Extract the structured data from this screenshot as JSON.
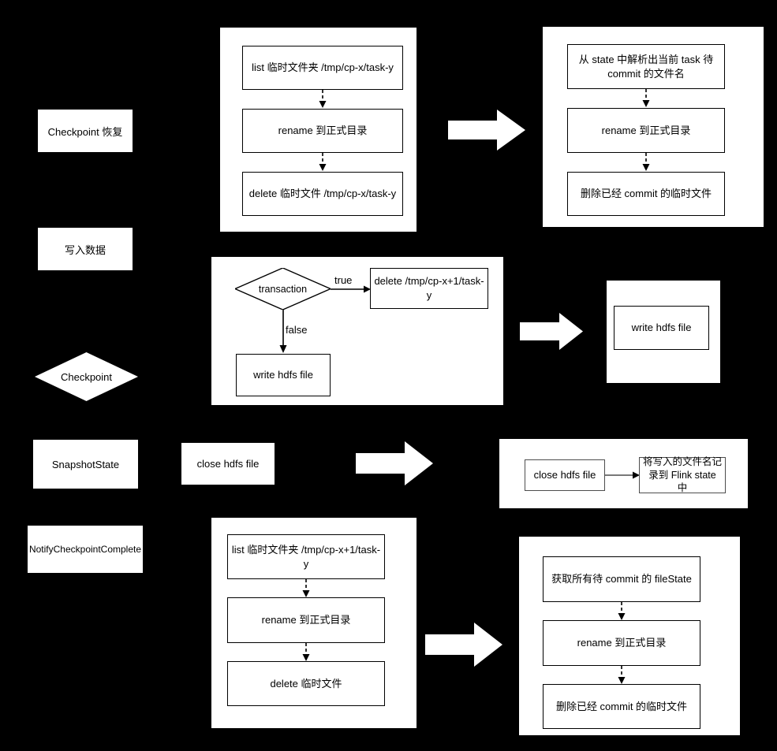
{
  "diagram": {
    "title": "Flink HDFS exactly-once checkpoint flow comparison",
    "background_color": "#000000",
    "panel_color": "#ffffff",
    "line_color": "#000000"
  },
  "stage_labels": [
    {
      "id": "checkpoint-recover",
      "text": "Checkpoint 恢复"
    },
    {
      "id": "write-data",
      "text": "写入数据"
    },
    {
      "id": "checkpoint",
      "text": "Checkpoint",
      "shape": "diamond"
    },
    {
      "id": "snapshot-state",
      "text": "SnapshotState"
    },
    {
      "id": "notify-checkpoint-complete",
      "text": "NotifyCheckpointComplete"
    }
  ],
  "row1": {
    "left_panel": {
      "nodes": [
        {
          "text": "list 临时文件夹 /tmp/cp-x/task-y"
        },
        {
          "text": "rename 到正式目录"
        },
        {
          "text": "delete 临时文件 /tmp/cp-x/task-y"
        }
      ]
    },
    "arrow": "right-arrow",
    "right_panel": {
      "nodes": [
        {
          "text": "从 state 中解析出当前 task 待 commit 的文件名"
        },
        {
          "text": "rename 到正式目录"
        },
        {
          "text": "删除已经 commit 的临时文件"
        }
      ]
    }
  },
  "row2": {
    "left_panel": {
      "decision": "transaction",
      "edge_true": "true",
      "edge_false": "false",
      "nodes": [
        {
          "text": "delete /tmp/cp-x+1/task-y"
        },
        {
          "text": "write hdfs file"
        }
      ]
    },
    "arrow": "right-arrow",
    "right_panel": {
      "nodes": [
        {
          "text": "write hdfs file"
        }
      ]
    }
  },
  "row3": {
    "left_node": {
      "text": "close hdfs file"
    },
    "arrow": "right-arrow",
    "right_panel": {
      "nodes": [
        {
          "text": "close hdfs file"
        },
        {
          "text": "将写入的文件名记录到 Flink state 中"
        }
      ]
    }
  },
  "row4": {
    "left_panel": {
      "nodes": [
        {
          "text": "list 临时文件夹 /tmp/cp-x+1/task-y"
        },
        {
          "text": "rename 到正式目录"
        },
        {
          "text": "delete 临时文件"
        }
      ]
    },
    "arrow": "right-arrow",
    "right_panel": {
      "nodes": [
        {
          "text": "获取所有待 commit 的 fileState"
        },
        {
          "text": "rename 到正式目录"
        },
        {
          "text": "删除已经 commit 的临时文件"
        }
      ]
    }
  }
}
